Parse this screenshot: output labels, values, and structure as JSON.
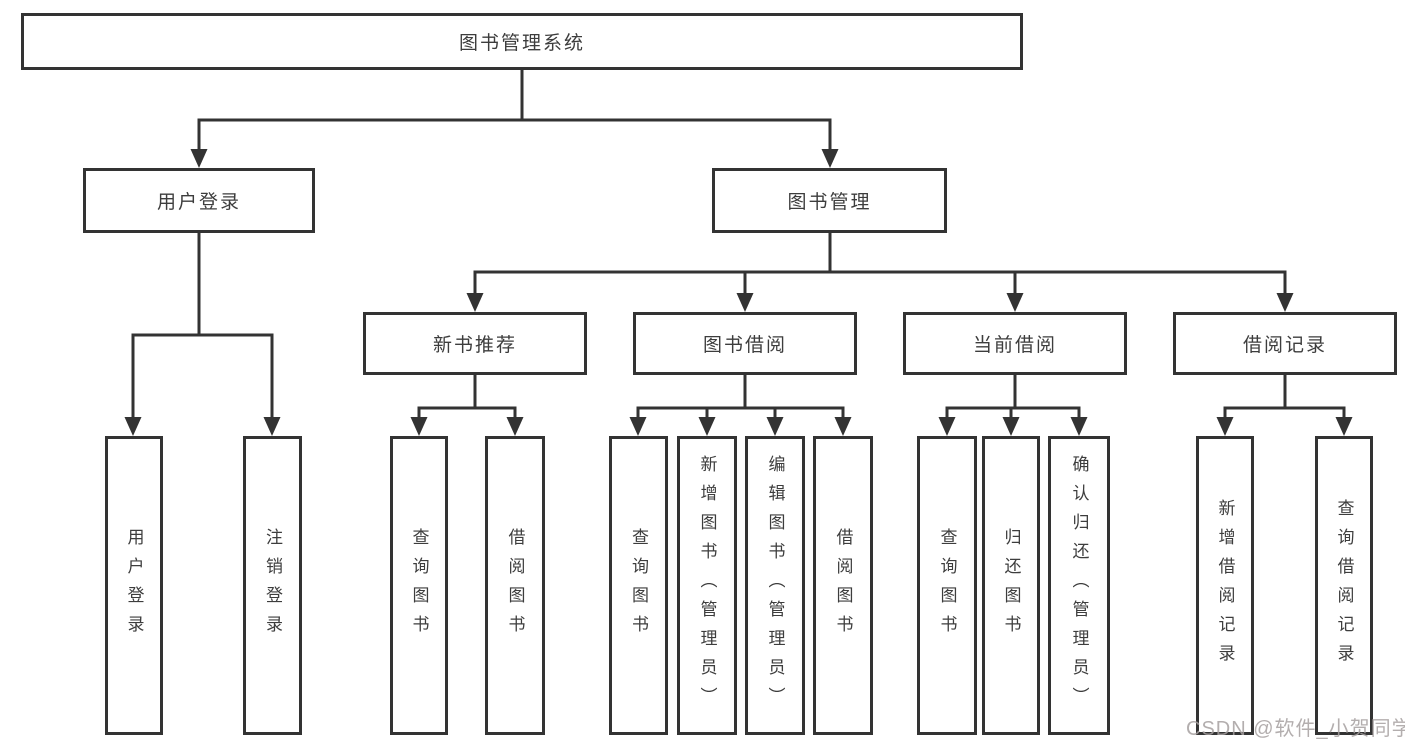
{
  "tree": {
    "root": {
      "label": "图书管理系统"
    },
    "level2": [
      {
        "label": "用户登录",
        "parent": "图书管理系统"
      },
      {
        "label": "图书管理",
        "parent": "图书管理系统"
      }
    ],
    "level3": [
      {
        "label": "新书推荐",
        "parent": "图书管理"
      },
      {
        "label": "图书借阅",
        "parent": "图书管理"
      },
      {
        "label": "当前借阅",
        "parent": "图书管理"
      },
      {
        "label": "借阅记录",
        "parent": "图书管理"
      }
    ],
    "leaves": [
      {
        "label": "用户登录",
        "parent": "用户登录"
      },
      {
        "label": "注销登录",
        "parent": "用户登录"
      },
      {
        "label": "查询图书",
        "parent": "新书推荐"
      },
      {
        "label": "借阅图书",
        "parent": "新书推荐"
      },
      {
        "label": "查询图书",
        "parent": "图书借阅"
      },
      {
        "label": "新增图书（管理员）",
        "parent": "图书借阅"
      },
      {
        "label": "编辑图书（管理员）",
        "parent": "图书借阅"
      },
      {
        "label": "借阅图书",
        "parent": "图书借阅"
      },
      {
        "label": "查询图书",
        "parent": "当前借阅"
      },
      {
        "label": "归还图书",
        "parent": "当前借阅"
      },
      {
        "label": "确认归还（管理员）",
        "parent": "当前借阅"
      },
      {
        "label": "新增借阅记录",
        "parent": "借阅记录"
      },
      {
        "label": "查询借阅记录",
        "parent": "借阅记录"
      }
    ]
  },
  "watermark": {
    "text": "CSDN @软件_小贺同学"
  },
  "colors": {
    "line": "#333333",
    "text": "#3d3d3d",
    "box_bg": "#ffffff",
    "watermark": "#a6a0a0"
  }
}
